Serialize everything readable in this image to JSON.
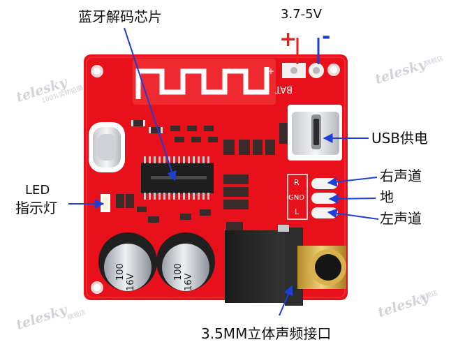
{
  "labels": {
    "chip": "蓝牙解码芯片",
    "voltage": "3.7-5V",
    "plus": "+",
    "minus": "-",
    "usb": "USB供电",
    "right": "右声道",
    "ground": "地",
    "left": "左声道",
    "led_line1": "LED",
    "led_line2": "指示灯",
    "jack": "3.5MM立体声频接口"
  },
  "silkscreen": {
    "bat": "BAT",
    "r": "R",
    "gnd": "GND",
    "l": "L",
    "cap_value": "100",
    "cap_voltage": "16V"
  },
  "watermark": {
    "brand": "telesky",
    "store": "旗舰店",
    "sub": "100%实物拍摄"
  },
  "colors": {
    "board": "#e8101a",
    "arrow": "#1d3fd6",
    "plus": "#e8211c",
    "minus": "#1d3fd6"
  }
}
